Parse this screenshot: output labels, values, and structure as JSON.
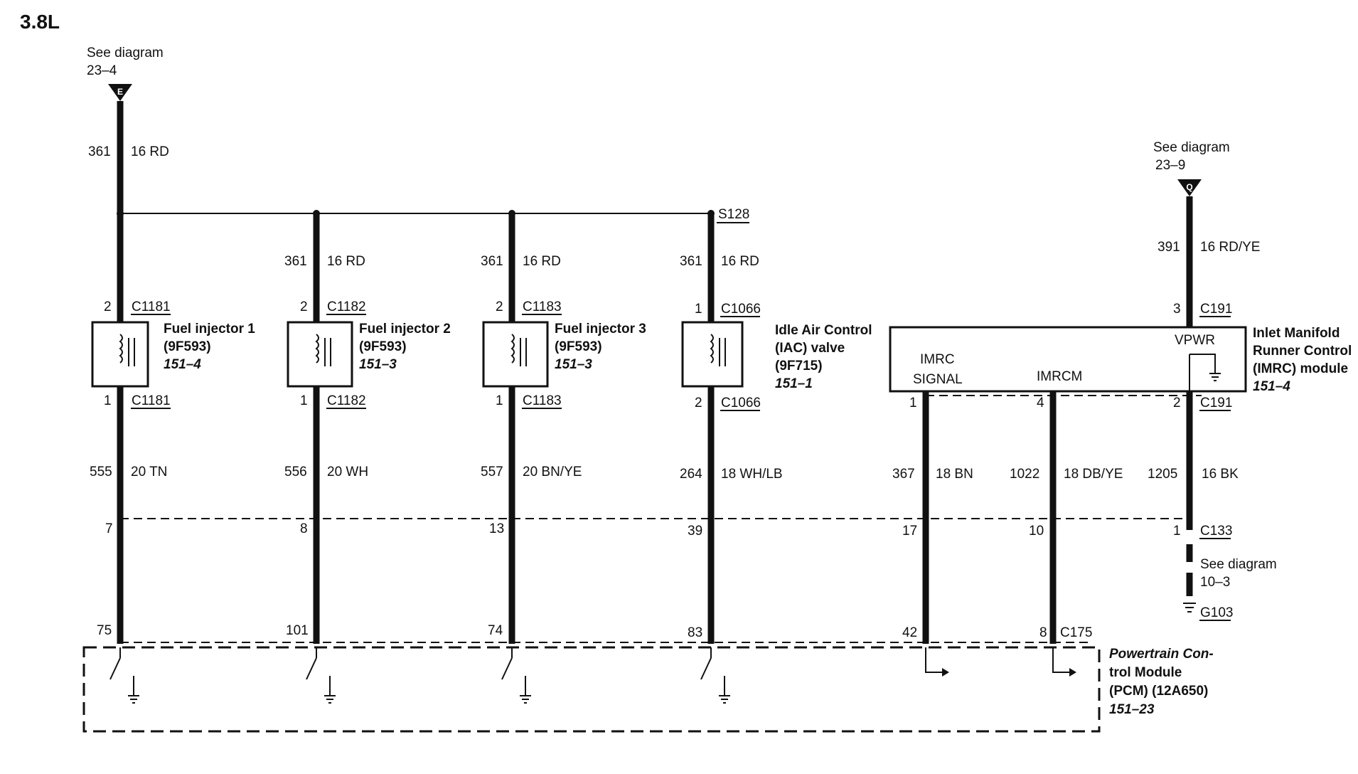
{
  "title": "3.8L",
  "top_ref": {
    "text": "See diagram",
    "page": "23–4",
    "connector": "E"
  },
  "right_ref": {
    "text": "See diagram",
    "page": "23–9",
    "connector": "Q"
  },
  "ground_ref": {
    "text": "See diagram",
    "page": "10–3",
    "ground": "G103"
  },
  "splice": "S128",
  "main_feed": {
    "circuit": "361",
    "wire": "16 RD"
  },
  "components": [
    {
      "name": "Fuel injector 1",
      "part": "(9F593)",
      "ref": "151–4",
      "upper_circuit": "",
      "upper_wire": "",
      "top_pin": "2",
      "top_conn": "C1181",
      "bot_pin": "1",
      "bot_conn": "C1181",
      "lower_circuit": "555",
      "lower_wire": "20 TN",
      "c133_pin": "7",
      "pcm_pin": "75"
    },
    {
      "name": "Fuel injector 2",
      "part": "(9F593)",
      "ref": "151–3",
      "upper_circuit": "361",
      "upper_wire": "16 RD",
      "top_pin": "2",
      "top_conn": "C1182",
      "bot_pin": "1",
      "bot_conn": "C1182",
      "lower_circuit": "556",
      "lower_wire": "20 WH",
      "c133_pin": "8",
      "pcm_pin": "101"
    },
    {
      "name": "Fuel injector 3",
      "part": "(9F593)",
      "ref": "151–3",
      "upper_circuit": "361",
      "upper_wire": "16 RD",
      "top_pin": "2",
      "top_conn": "C1183",
      "bot_pin": "1",
      "bot_conn": "C1183",
      "lower_circuit": "557",
      "lower_wire": "20 BN/YE",
      "c133_pin": "13",
      "pcm_pin": "74"
    },
    {
      "name_lines": [
        "Idle Air Control",
        "(IAC) valve"
      ],
      "part": "(9F715)",
      "ref": "151–1",
      "upper_circuit": "361",
      "upper_wire": "16 RD",
      "top_pin": "1",
      "top_conn": "C1066",
      "bot_pin": "2",
      "bot_conn": "C1066",
      "lower_circuit": "264",
      "lower_wire": "18 WH/LB",
      "c133_pin": "39",
      "pcm_pin": "83"
    }
  ],
  "imrc": {
    "name_lines": [
      "Inlet Manifold",
      "Runner Control",
      "(IMRC) module"
    ],
    "ref": "151–4",
    "vpwr": "VPWR",
    "signal_lines": [
      "IMRC",
      "SIGNAL"
    ],
    "imrcm": "IMRCM",
    "feed": {
      "circuit": "391",
      "wire": "16 RD/YE",
      "pin": "3",
      "conn": "C191"
    },
    "outputs": [
      {
        "pin": "1",
        "circuit": "367",
        "wire": "18 BN",
        "c133_pin": "17",
        "pcm_pin": "42"
      },
      {
        "pin": "4",
        "circuit": "1022",
        "wire": "18 DB/YE",
        "c133_pin": "10",
        "pcm_pin": "8"
      },
      {
        "pin": "2",
        "conn": "C191",
        "circuit": "1205",
        "wire": "16 BK",
        "c133_pin": "1",
        "c133": "C133"
      }
    ]
  },
  "pcm": {
    "conn": "C175",
    "name_lines": [
      "Powertrain Con-",
      "trol Module",
      "(PCM) (12A650)"
    ],
    "ref": "151–23"
  }
}
